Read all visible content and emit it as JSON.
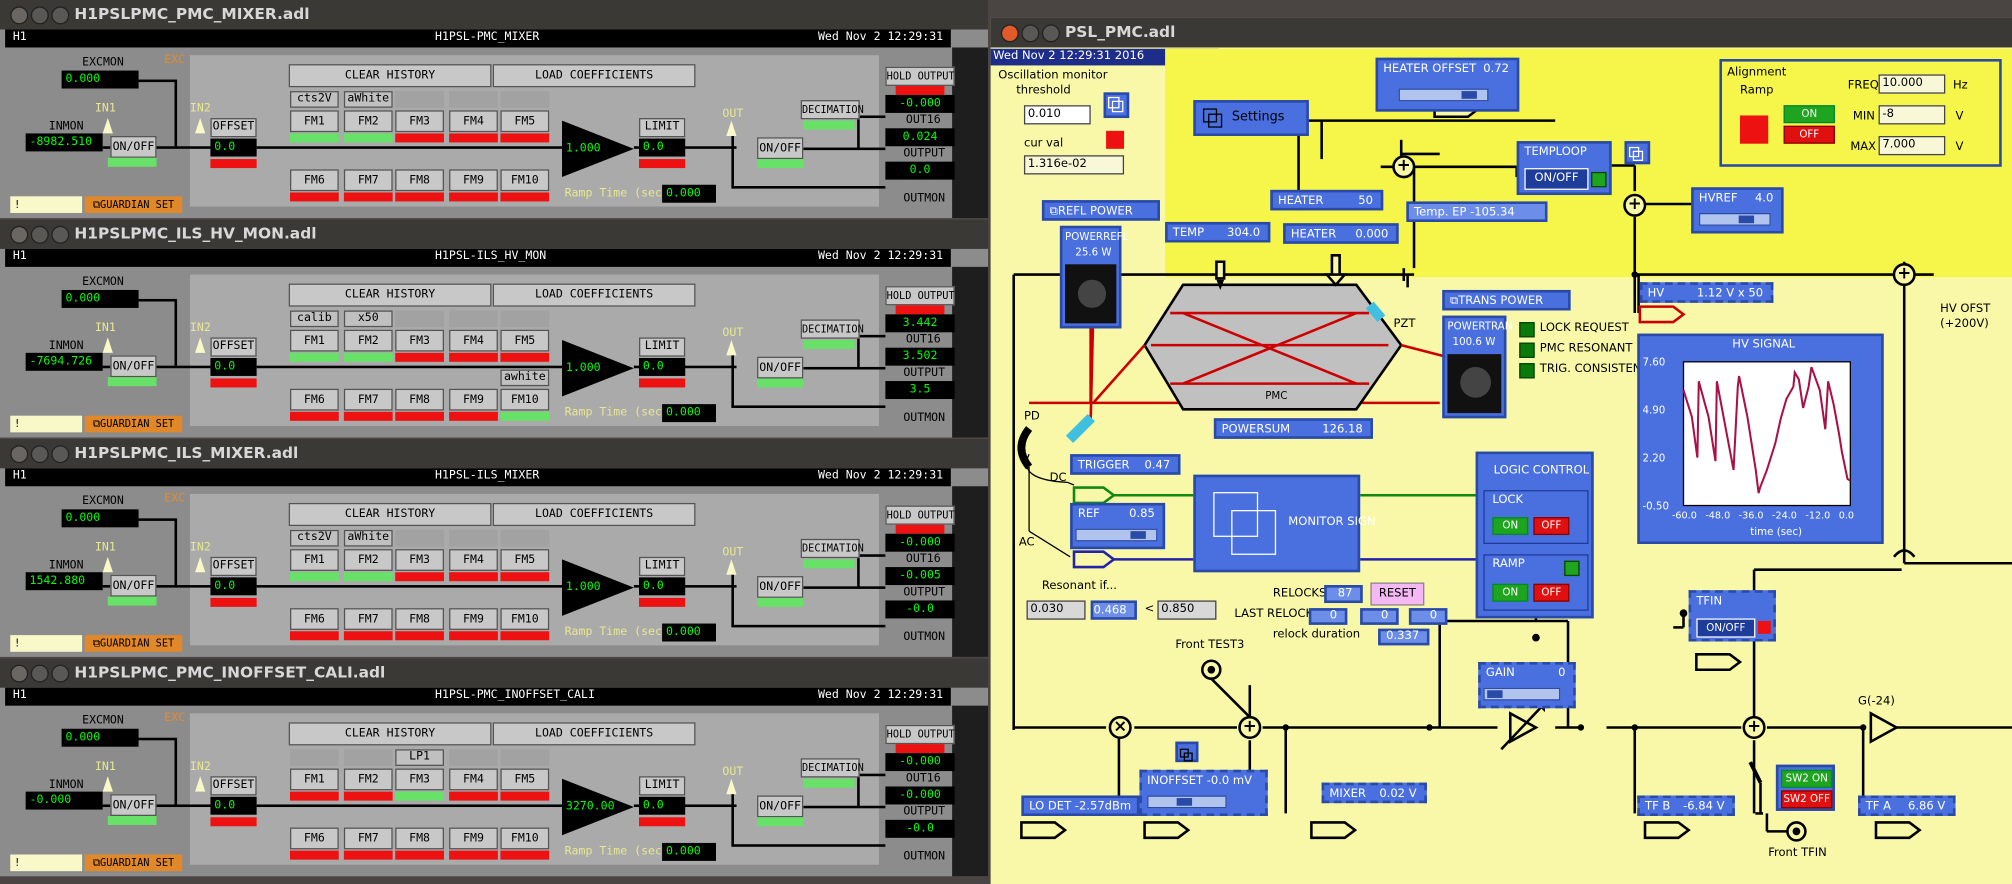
{
  "windows": [
    {
      "title": "H1PSLPMC_PMC_MIXER.adl",
      "site": "H1",
      "module": "H1PSL-PMC_MIXER",
      "date": "Wed Nov  2 12:29:31",
      "excmon": "0.000",
      "inmon": "-8982.510",
      "offset": "0.0",
      "gain": "1.000",
      "limit": "0.0",
      "hold": "-0.000",
      "out16": "0.024",
      "output": "0.0",
      "fm_labels": [
        "cts2V",
        "aWhite",
        "",
        "",
        "",
        "",
        "",
        "",
        "",
        ""
      ],
      "ramp": "0.000",
      "exc_label": "EXC",
      "gs": "GUARDIAN SET"
    },
    {
      "title": "H1PSLPMC_ILS_HV_MON.adl",
      "site": "H1",
      "module": "H1PSL-ILS_HV_MON",
      "date": "Wed Nov  2 12:29:31",
      "excmon": "0.000",
      "inmon": "-7694.726",
      "offset": "0.0",
      "gain": "1.000",
      "limit": "0.0",
      "hold": "3.442",
      "out16": "3.502",
      "output": "3.5",
      "fm_labels": [
        "calib",
        "x50",
        "",
        "",
        "",
        "",
        "",
        "",
        "",
        "awhite"
      ],
      "ramp": "0.000",
      "exc_label": "",
      "gs": "GUARDIAN SET"
    },
    {
      "title": "H1PSLPMC_ILS_MIXER.adl",
      "site": "H1",
      "module": "H1PSL-ILS_MIXER",
      "date": "Wed Nov  2 12:29:31",
      "excmon": "0.000",
      "inmon": "1542.880",
      "offset": "0.0",
      "gain": "1.000",
      "limit": "0.0",
      "hold": "-0.000",
      "out16": "-0.005",
      "output": "-0.0",
      "fm_labels": [
        "cts2V",
        "aWhite",
        "",
        "",
        "",
        "",
        "",
        "",
        "",
        ""
      ],
      "ramp": "0.000",
      "exc_label": "EXC",
      "gs": "GUARDIAN SET"
    },
    {
      "title": "H1PSLPMC_PMC_INOFFSET_CALI.adl",
      "site": "H1",
      "module": "H1PSL-PMC_INOFFSET_CALI",
      "date": "Wed Nov  2 12:29:31",
      "excmon": "0.000",
      "inmon": "-0.000",
      "offset": "0.0",
      "gain": "3270.00",
      "limit": "0.0",
      "hold": "-0.000",
      "out16": "-0.000",
      "output": "-0.0",
      "fm_labels": [
        "",
        "",
        "LP1",
        "",
        "",
        "",
        "",
        "",
        "",
        ""
      ],
      "ramp": "0.000",
      "exc_label": "EXC",
      "gs": "GUARDIAN SET"
    }
  ],
  "common": {
    "clear_history": "CLEAR HISTORY",
    "load_coeff": "LOAD COEFFICIENTS",
    "excmon_label": "EXCMON",
    "inmon_label": "INMON",
    "in1": "IN1",
    "in2": "IN2",
    "out": "OUT",
    "onoff": "ON/OFF",
    "offset": "OFFSET",
    "limit": "LIMIT",
    "decimation": "DECIMATION",
    "hold_output": "HOLD OUTPUT",
    "out16": "OUT16",
    "output": "OUTPUT",
    "outmon": "OUTMON",
    "ramp_label": "Ramp Time (sec):",
    "fm_names": [
      "FM1",
      "FM2",
      "FM3",
      "FM4",
      "FM5",
      "FM6",
      "FM7",
      "FM8",
      "FM9",
      "FM10"
    ],
    "ybox": "!"
  },
  "psl": {
    "title": "PSL_PMC.adl",
    "date": "Wed Nov  2 12:29:31 2016",
    "osc_monitor_label": "Oscillation monitor",
    "threshold_label": "threshold",
    "threshold": "0.010",
    "cur_val_label": "cur val",
    "cur_val": "1.316e-02",
    "settings": "Settings",
    "heater_offset_label": "HEATER OFFSET",
    "heater_offset": "0.72",
    "heater_label": "HEATER",
    "heater_set": "50",
    "heater_val": "0.000",
    "temp_label": "TEMP",
    "temp": "304.0",
    "temp_ep": "Temp. EP  -105.34",
    "temploop": "TEMPLOOP",
    "onoff": "ON/OFF",
    "hvref_label": "HVREF",
    "hvref": "4.0",
    "alignment": "Alignment",
    "ramp": "Ramp",
    "on": "ON",
    "off": "OFF",
    "freq_label": "FREQ",
    "freq": "10.000",
    "freq_unit": "Hz",
    "min_label": "MIN",
    "min": "-8",
    "max_label": "MAX",
    "max": "7.000",
    "v_unit": "V",
    "refl_power": "REFL POWER",
    "powerrefl_label": "POWERREFL",
    "powerrefl": "25.6 W",
    "trans_power": "TRANS POWER",
    "powertran_label": "POWERTRAN",
    "powertran": "100.6 W",
    "lock_request": "LOCK REQUEST",
    "pmc_resonant": "PMC RESONANT",
    "trig_consistent": "TRIG. CONSISTENT",
    "pzt": "PZT",
    "pmc": "PMC",
    "powersum_label": "POWERSUM",
    "powersum": "126.18",
    "hv_label": "HV",
    "hv": "1.12 V x 50",
    "hv_ofst": "HV OFST",
    "hv_ofst2": "(+200V)",
    "hv_signal": "HV SIGNAL",
    "pd": "PD",
    "dc": "DC",
    "ac": "AC",
    "trigger_label": "TRIGGER",
    "trigger": "0.47",
    "ref_label": "REF",
    "ref": "0.85",
    "monitor_sign": "MONITOR SIGN",
    "logic_control": "LOGIC CONTROL",
    "lock": "LOCK",
    "ramp2": "RAMP",
    "resonant_if": "Resonant if...",
    "res_lo": "0.030",
    "res_val": "0.468",
    "res_lt": "<",
    "res_hi": "0.850",
    "relocks_label": "RELOCKS",
    "relocks": "87",
    "reset": "RESET",
    "last_relock_label": "LAST RELOCK",
    "last_relock": [
      "0",
      "0",
      "0"
    ],
    "relock_duration_label": "relock duration",
    "relock_duration": "0.337",
    "front_test3": "Front TEST3",
    "front_tfin": "Front TFIN",
    "gain_label": "GAIN",
    "gain": "0",
    "tfin": "TFIN",
    "g24": "G(-24)",
    "lo_det": "LO DET -2.57dBm",
    "inoffset": "INOFFSET  -0.0 mV",
    "mixer_label": "MIXER",
    "mixer": "0.02  V",
    "tfb_label": "TF B",
    "tfb": "-6.84 V",
    "sw2on": "SW2 ON",
    "sw2off": "SW2 OFF",
    "tfa_label": "TF A",
    "tfa": "6.86 V"
  },
  "chart_data": {
    "type": "line",
    "title": "HV SIGNAL",
    "xlabel": "time (sec)",
    "ylabel": "",
    "x_ticks": [
      "-60.0",
      "-48.0",
      "-36.0",
      "-24.0",
      "-12.0",
      "0.0"
    ],
    "y_ticks": [
      "7.60",
      "4.90",
      "2.20",
      "-0.50"
    ],
    "xlim": [
      -60,
      0
    ],
    "ylim": [
      -0.5,
      7.6
    ],
    "series": [
      {
        "x": [
          -60,
          -57,
          -55,
          -54.5,
          -51,
          -48.5,
          -48,
          -45,
          -42,
          -40.5,
          -40,
          -37,
          -34,
          -33,
          -32.5,
          -30,
          -27,
          -25,
          -23,
          -20.5,
          -20,
          -18.5,
          -17,
          -15,
          -14,
          -11,
          -9,
          -8,
          -6,
          -4,
          -3,
          -1,
          0
        ],
        "y": [
          6.0,
          4.5,
          2.2,
          6.5,
          4.5,
          2.0,
          6.5,
          4.0,
          1.5,
          6.2,
          6.8,
          4.5,
          1.5,
          0.2,
          0.5,
          1.5,
          3.0,
          4.4,
          5.5,
          6.2,
          7.0,
          6.6,
          5.0,
          6.2,
          7.3,
          6.0,
          3.8,
          6.5,
          5.2,
          3.5,
          2.5,
          1.0,
          0.9
        ]
      }
    ]
  }
}
